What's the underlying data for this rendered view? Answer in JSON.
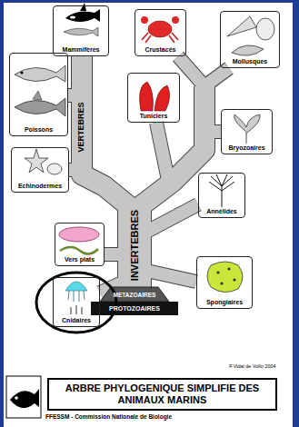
{
  "diagram": {
    "title": "ARBRE PHYLOGENIQUE SIMPLIFIE DES ANIMAUX MARINS",
    "nodes": [
      {
        "text": [
          "Mammifères"
        ]
      },
      {
        "text": [
          "Crustacés"
        ]
      },
      {
        "text": [
          "Mollusques"
        ]
      },
      {
        "text": [
          "Poissons"
        ]
      },
      {
        "text": [
          "Tuniciers"
        ]
      },
      {
        "text": [
          "Bryozoaires"
        ]
      },
      {
        "text": [
          "Echinodermes"
        ]
      },
      {
        "text": [
          "Annélides"
        ]
      },
      {
        "text": [
          "Vers plats"
        ]
      },
      {
        "text": [
          "Spongiaires"
        ]
      },
      {
        "text": [
          "Cnidaires"
        ]
      }
    ],
    "labels": [
      "VERTEBRES",
      "INVERTEBRES",
      "METAZOAIRES",
      "PROTOZOAIRES",
      "F.Vidal de Vollo 2004",
      "FFESSM - Commission Nationale de Biologie"
    ]
  }
}
